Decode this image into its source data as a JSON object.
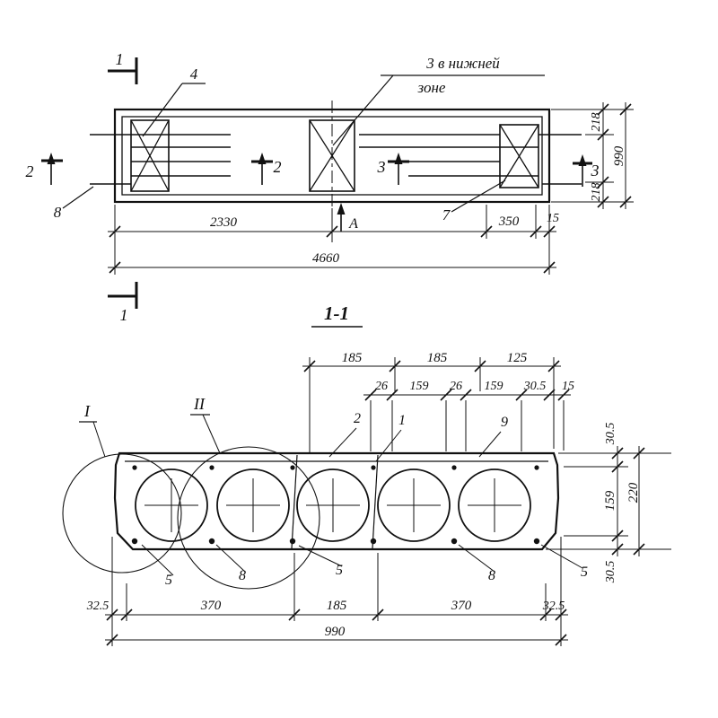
{
  "drawing": {
    "plan": {
      "marks": {
        "s1a": "1",
        "s1b": "1",
        "s2a": "2",
        "s2b": "2",
        "s3a": "3",
        "s3b": "3"
      },
      "callouts": {
        "c4": "4",
        "c7": "7",
        "c8": "8",
        "axis": "А"
      },
      "note": {
        "line1": "3 в нижней",
        "line2": "зоне"
      },
      "dims": {
        "d2330": "2330",
        "d350": "350",
        "d15": "15",
        "d4660": "4660",
        "d218t": "218",
        "d990": "990",
        "d218b": "218"
      }
    },
    "section": {
      "title": "1-1",
      "details": {
        "i": "I",
        "ii": "II"
      },
      "callouts": {
        "c2": "2",
        "c1": "1",
        "c9": "9",
        "b5a": "5",
        "b8a": "8",
        "b5b": "5",
        "b8b": "8",
        "b5c": "5"
      },
      "dims_top_row1": {
        "a": "185",
        "b": "185",
        "c": "125"
      },
      "dims_top_row2": {
        "a": "26",
        "b": "159",
        "c": "26",
        "d": "159",
        "e": "30.5",
        "f": "15"
      },
      "dims_right": {
        "t": "30.5",
        "m": "159",
        "h": "220",
        "b": "30.5"
      },
      "dims_bottom": {
        "a": "32.5",
        "b": "370",
        "c": "185",
        "d": "370",
        "e": "32.5",
        "total": "990"
      }
    }
  }
}
